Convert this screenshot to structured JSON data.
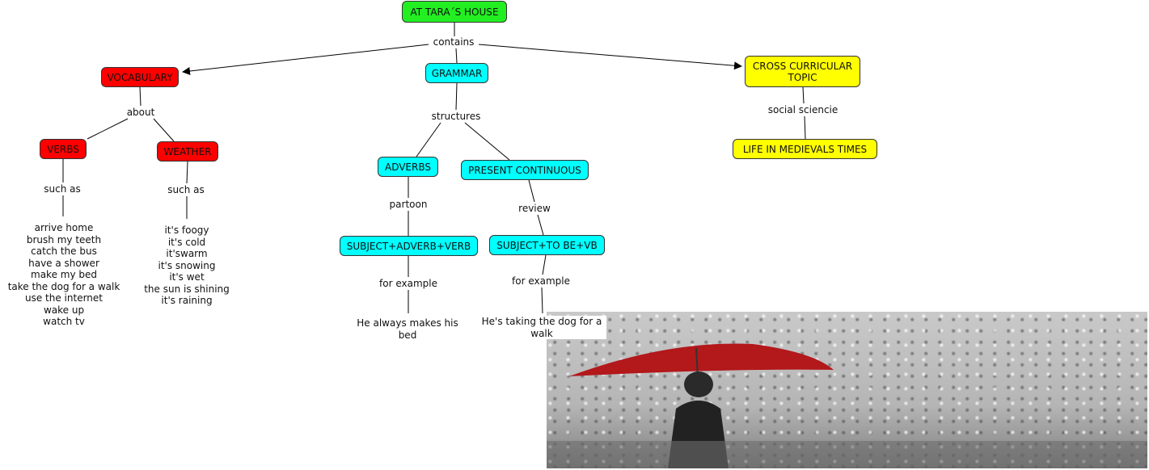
{
  "nodes": {
    "root": "AT TARA´S HOUSE",
    "vocabulary": "VOCABULARY",
    "grammar": "GRAMMAR",
    "cross": "CROSS CURRICULAR TOPIC",
    "verbs": "VERBS",
    "weather": "WEATHER",
    "adverbs": "ADVERBS",
    "present_continuous": "PRESENT CONTINUOUS",
    "subject_adverb_verb": "SUBJECT+ADVERB+VERB",
    "subject_to_be_vb": "SUBJECT+TO BE+VB",
    "medieval": "LIFE IN MEDIEVALS TIMES"
  },
  "links": {
    "contains": "contains",
    "about": "about",
    "such_as_verbs": "such as",
    "such_as_weather": "such as",
    "structures": "structures",
    "partoon": "partoon",
    "review": "review",
    "for_example_1": "for example",
    "for_example_2": "for example",
    "social": "social sciencie"
  },
  "verbs_list": [
    "arrive home",
    "brush my teeth",
    "catch the bus",
    "have a shower",
    "make my bed",
    "take the dog for a walk",
    "use the internet",
    "wake up",
    "watch tv"
  ],
  "weather_list": [
    "it's foogy",
    "it's cold",
    "it'swarm",
    "it's snowing",
    "it's wet",
    "the sun is shining",
    "it's raining"
  ],
  "examples": {
    "adverb": "He always makes his bed",
    "continuous": "He's taking the dog for a walk"
  },
  "colors": {
    "root": "#22ee22",
    "red": "#ff0000",
    "cyan": "#00ffff",
    "yellow": "#ffff00"
  }
}
